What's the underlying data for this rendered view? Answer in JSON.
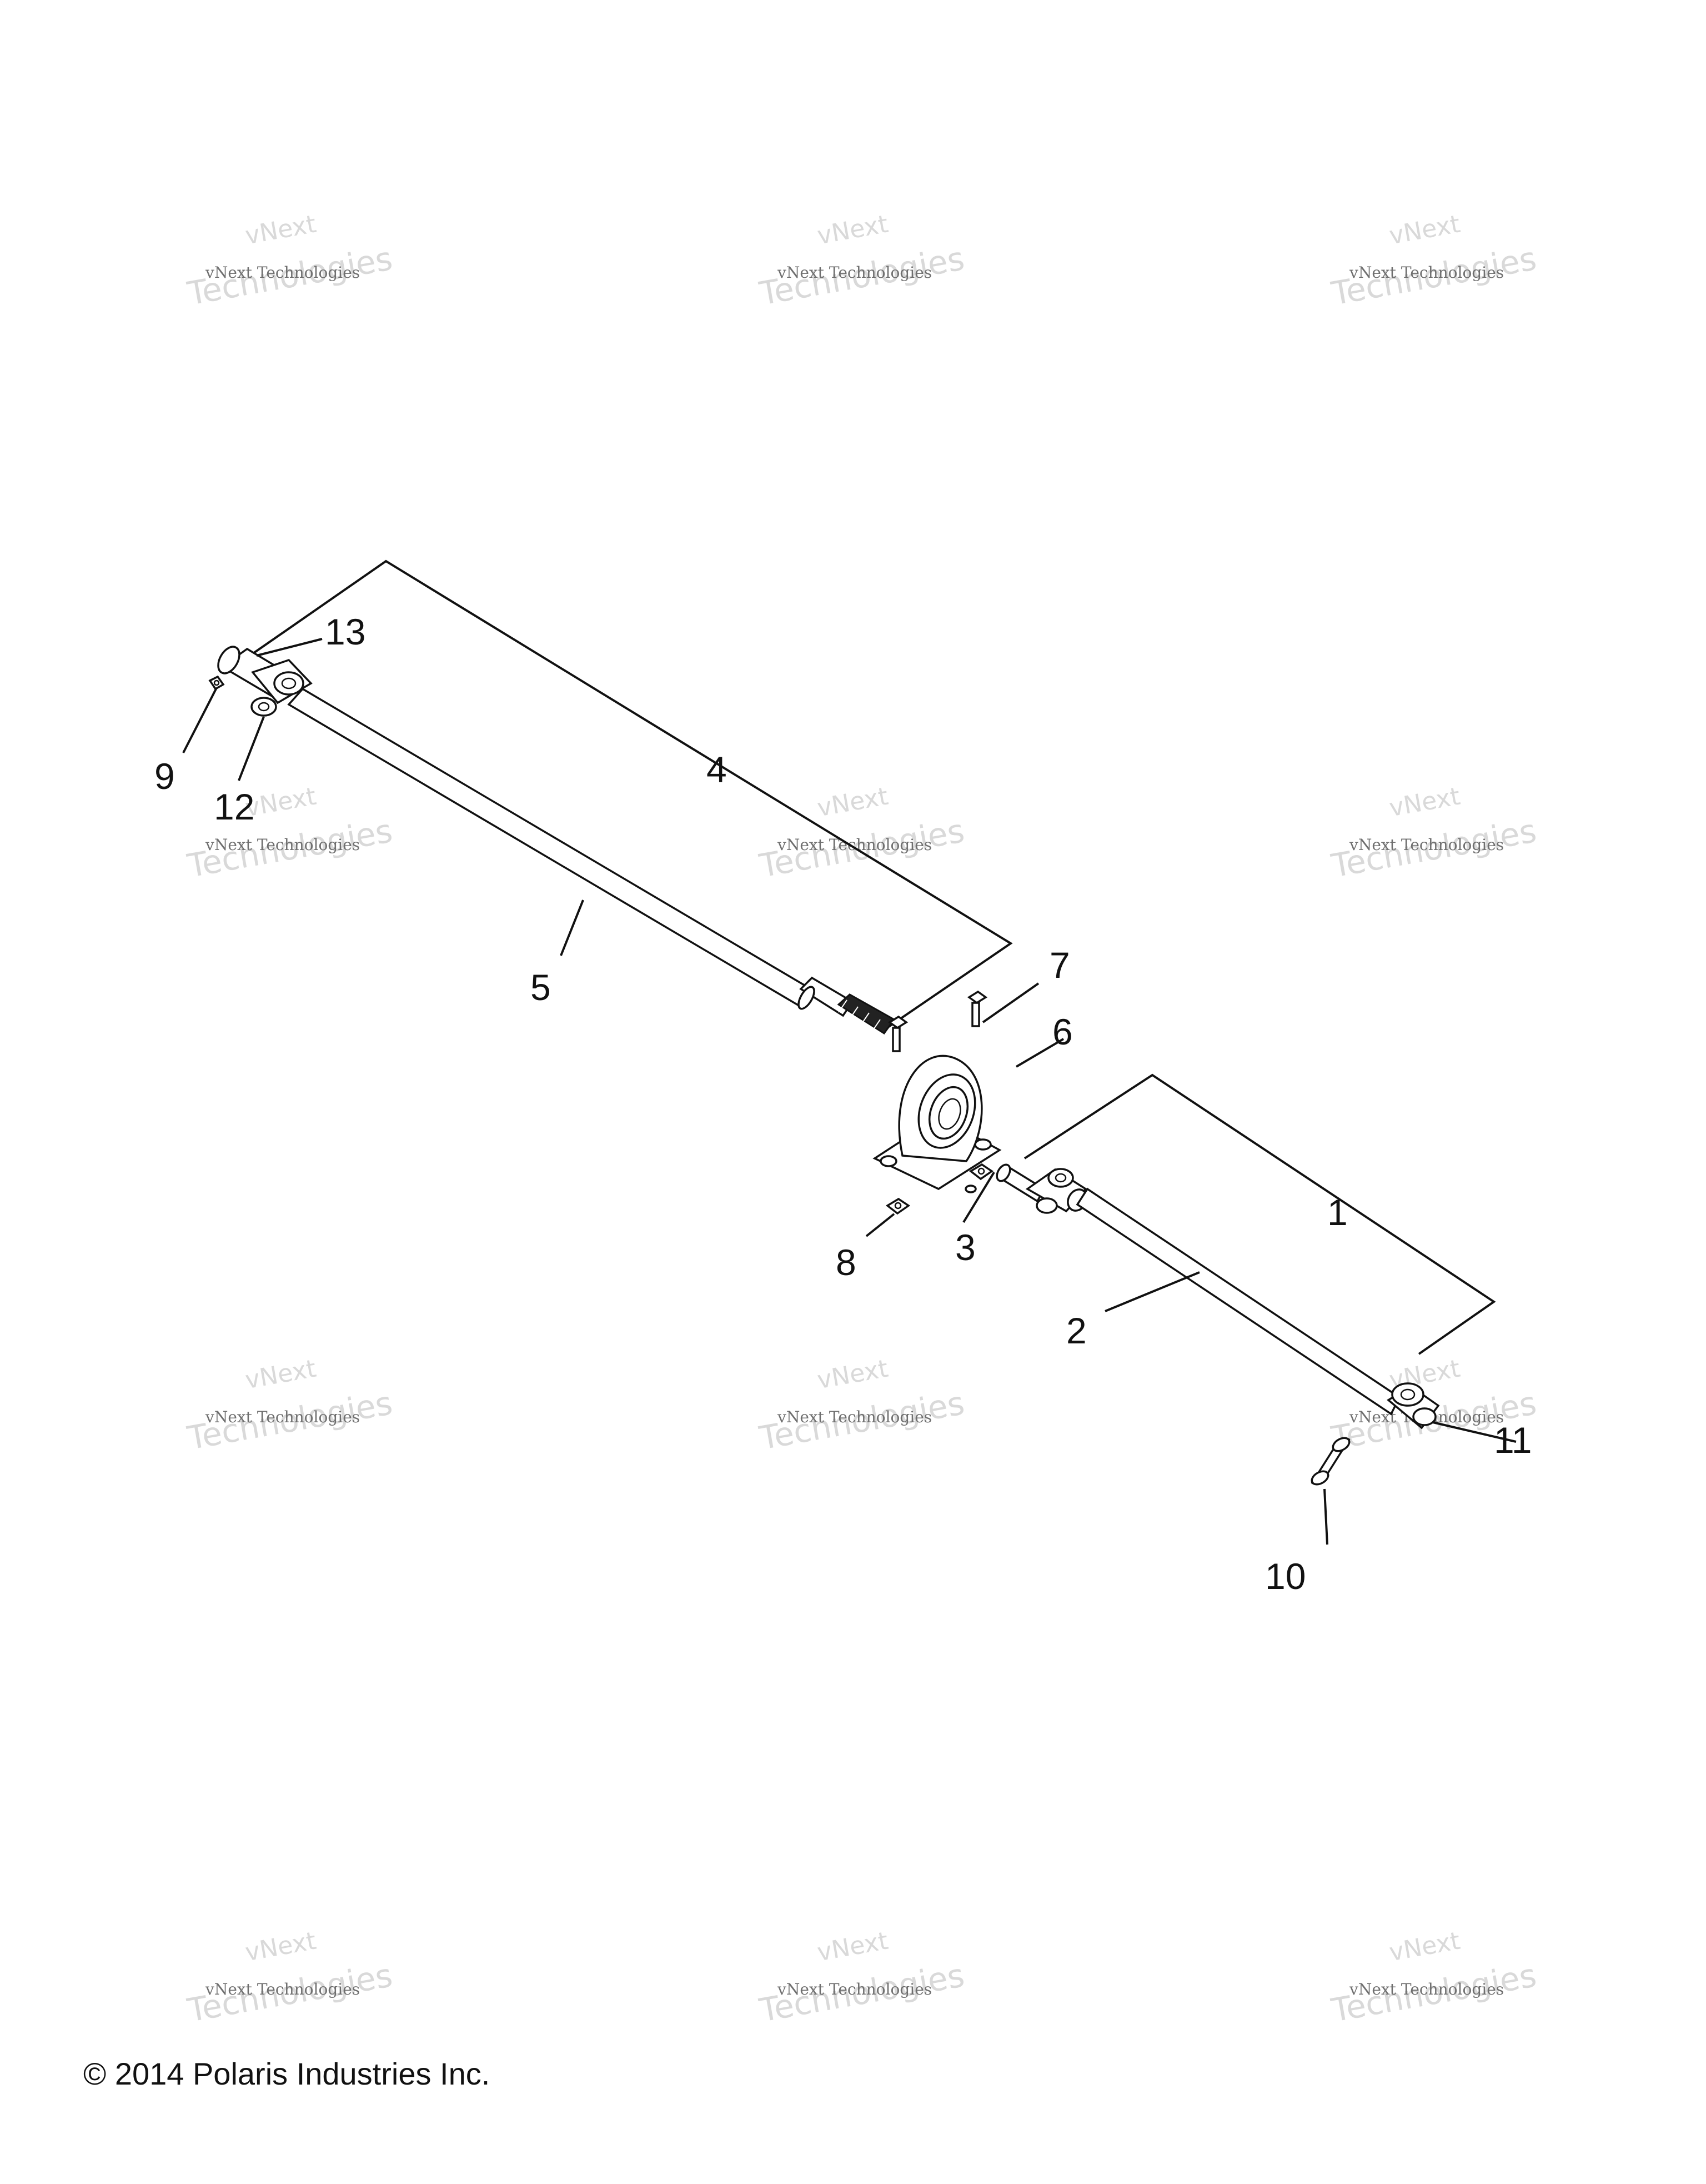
{
  "watermark": {
    "line_top": "vNext",
    "line_small": "vNext Technologies",
    "line_large": "Technologies"
  },
  "callouts": {
    "c1": "1",
    "c2": "2",
    "c3": "3",
    "c4": "4",
    "c5": "5",
    "c6": "6",
    "c7": "7",
    "c8": "8",
    "c9": "9",
    "c10": "10",
    "c11": "11",
    "c12": "12",
    "c13": "13"
  },
  "footer": {
    "copyright": "© 2014 Polaris Industries Inc."
  }
}
